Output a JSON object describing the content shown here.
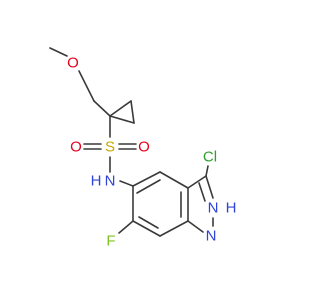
{
  "molecule": {
    "atoms": {
      "methoxy_o": {
        "label": "O",
        "color": "#e8001c"
      },
      "sulfonyl_o_left": {
        "label": "O",
        "color": "#e8001c"
      },
      "sulfonyl_o_right": {
        "label": "O",
        "color": "#e8001c"
      },
      "sulfur": {
        "label": "S",
        "color": "#c8a800"
      },
      "amide_n": {
        "label": "N",
        "color": "#2f43d8"
      },
      "amide_h": {
        "label": "H",
        "color": "#2f43d8"
      },
      "ring_n1": {
        "label": "N",
        "color": "#2f43d8"
      },
      "ring_n2": {
        "label": "N",
        "color": "#2f43d8"
      },
      "ring_h": {
        "label": "H",
        "color": "#2f43d8"
      },
      "chlorine": {
        "label": "Cl",
        "color": "#2ea02e"
      },
      "fluorine": {
        "label": "F",
        "color": "#7cc421"
      }
    },
    "bond_color": "#3a3a3a"
  }
}
